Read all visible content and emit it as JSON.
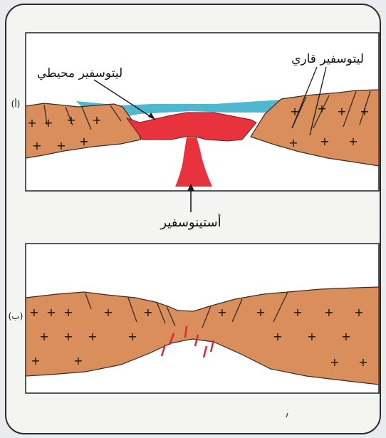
{
  "colors": {
    "paper": "#f4f4f2",
    "page_bg": "#e9ebee",
    "continental": "#d98e5c",
    "oceanic": "#e8333f",
    "water": "#4fb7cf",
    "ink": "#1a1a1a"
  },
  "panel_a": {
    "tag": "(أ)",
    "label_oceanic": "ليتوسفير محيطي",
    "label_continental": "ليتوسفير قاري",
    "label_asthenosphere": "أستينوسفير"
  },
  "panel_b": {
    "tag": "(ب)"
  }
}
